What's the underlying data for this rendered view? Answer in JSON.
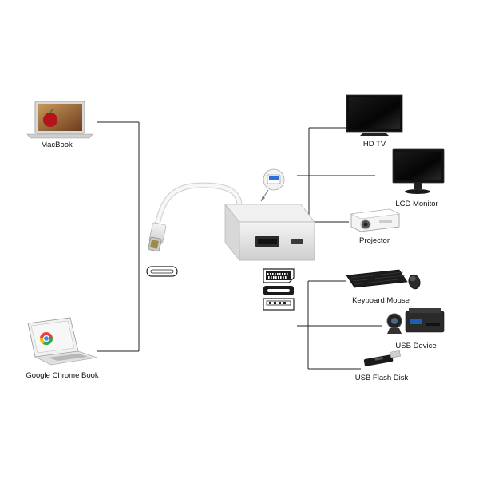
{
  "labels": {
    "macbook": "MacBook",
    "chromebook": "Google Chrome Book",
    "hdtv": "HD TV",
    "lcd_monitor": "LCD Monitor",
    "projector": "Projector",
    "keyboard_mouse": "Keyboard Mouse",
    "usb_device": "USB Device",
    "usb_flash_disk": "USB Flash Disk"
  },
  "colors": {
    "line": "#222222",
    "adapter_body": "#e6e6e6",
    "cable": "#f2f2f2",
    "usb_accent": "#2a6fdb"
  }
}
